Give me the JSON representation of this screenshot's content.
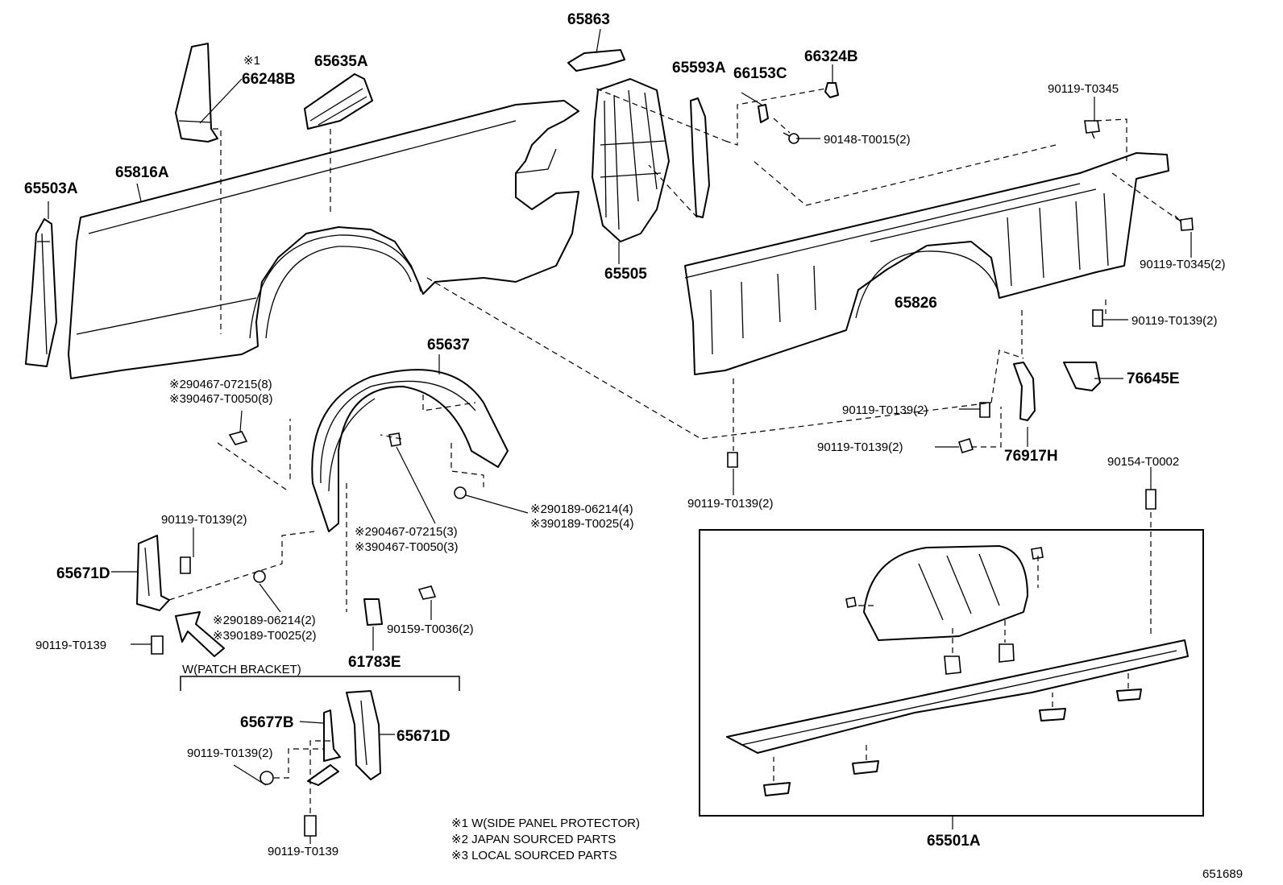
{
  "labels": {
    "l_65863": "65863",
    "l_65635A": "65635A",
    "l_66248B_note": "※1",
    "l_66248B": "66248B",
    "l_65593A": "65593A",
    "l_66153C": "66153C",
    "l_66324B": "66324B",
    "l_90148": "90148-T0015(2)",
    "l_90119_t0345": "90119-T0345",
    "l_90119_t0345_2": "90119-T0345(2)",
    "l_65816A": "65816A",
    "l_65503A": "65503A",
    "l_65505": "65505",
    "l_65826": "65826",
    "l_90119_t0139_2_right": "90119-T0139(2)",
    "l_76645E": "76645E",
    "l_65637": "65637",
    "l_90467_07215_8": "※290467-07215(8)",
    "l_90467_t0050_8": "※390467-T0050(8)",
    "l_90119_t0139_2_mid1": "90119-T0139(2)",
    "l_90119_t0139_2_mid2": "90119-T0139(2)",
    "l_76917H": "76917H",
    "l_90154": "90154-T0002",
    "l_90119_t0139_2_center": "90119-T0139(2)",
    "l_90189_06214_4": "※290189-06214(4)",
    "l_90189_t0025_4": "※390189-T0025(4)",
    "l_90119_t0139_2_left": "90119-T0139(2)",
    "l_90467_07215_3": "※290467-07215(3)",
    "l_90467_t0050_3": "※390467-T0050(3)",
    "l_65671D_top": "65671D",
    "l_90189_06214_2": "※290189-06214(2)",
    "l_90189_t0025_2": "※390189-T0025(2)",
    "l_90159": "90159-T0036(2)",
    "l_90119_t0139_left": "90119-T0139",
    "l_61783E": "61783E",
    "l_patch": "W(PATCH BRACKET)",
    "l_65677B": "65677B",
    "l_65671D_bottom": "65671D",
    "l_90119_t0139_2_patch": "90119-T0139(2)",
    "l_90119_t0139_patch": "90119-T0139",
    "l_65501A": "65501A",
    "l_diagram_no": "651689"
  },
  "notes": [
    "※1 W(SIDE PANEL PROTECTOR)",
    "※2 JAPAN SOURCED PARTS",
    "※3 LOCAL SOURCED PARTS"
  ]
}
